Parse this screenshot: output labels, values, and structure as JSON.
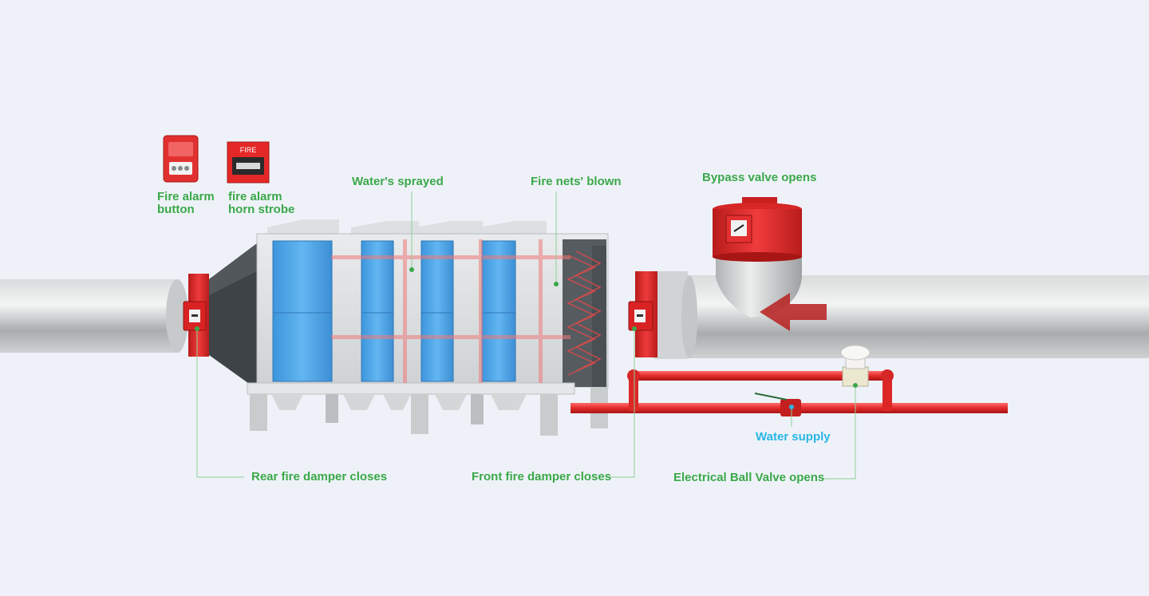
{
  "labels": {
    "fire_alarm_button": "Fire alarm button",
    "fire_alarm_horn_strobe": "fire alarm horn strobe",
    "waters_sprayed": "Water's sprayed",
    "fire_nets_blown": "Fire nets' blown",
    "bypass_valve_opens": "Bypass valve opens",
    "rear_fire_damper_closes": "Rear fire damper closes",
    "front_fire_damper_closes": "Front fire damper closes",
    "electrical_ball_valve_opens": "Electrical Ball Valve opens",
    "water_supply": "Water supply"
  },
  "devices": {
    "horn_strobe_face_text": "FIRE"
  },
  "colors": {
    "label_green": "#3ba84a",
    "label_blue": "#29b6e6",
    "fire_red": "#e32a2a",
    "filter_blue": "#4aa6e8",
    "duct_gray": "#bfc2c4"
  },
  "icons": [
    "airflow-arrow-icon",
    "fire-alarm-button-icon",
    "horn-strobe-icon"
  ]
}
